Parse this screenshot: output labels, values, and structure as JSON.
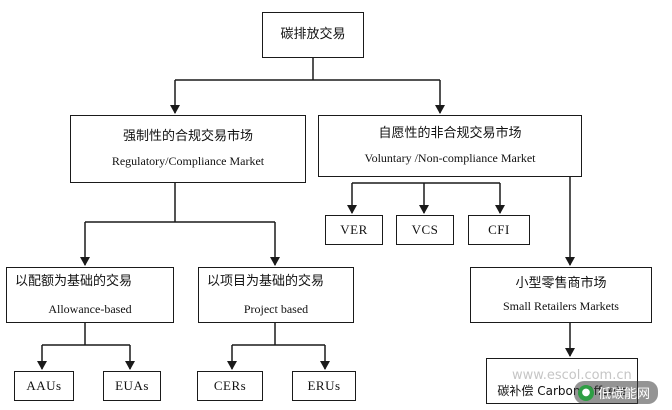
{
  "diagram": {
    "root": {
      "zh": "碳排放交易"
    },
    "regulatory": {
      "zh": "强制性的合规交易市场",
      "en": "Regulatory/Compliance Market"
    },
    "voluntary": {
      "zh": "自愿性的非合规交易市场",
      "en": "Voluntary /Non-compliance Market"
    },
    "allowance": {
      "zh": "以配额为基础的交易",
      "en": "Allowance-based"
    },
    "project": {
      "zh": "以项目为基础的交易",
      "en": "Project based"
    },
    "retail": {
      "zh": "小型零售商市场",
      "en": "Small Retailers Markets"
    },
    "ver": "VER",
    "vcs": "VCS",
    "cfi": "CFI",
    "aaus": "AAUs",
    "euas": "EUAs",
    "cers": "CERs",
    "erus": "ERUs",
    "offset": "碳补偿 Carbon Offsets"
  },
  "watermark": {
    "site": "www.escol.com.cn",
    "badge": "低碳能网",
    "badge_icon": "wechat-icon"
  }
}
